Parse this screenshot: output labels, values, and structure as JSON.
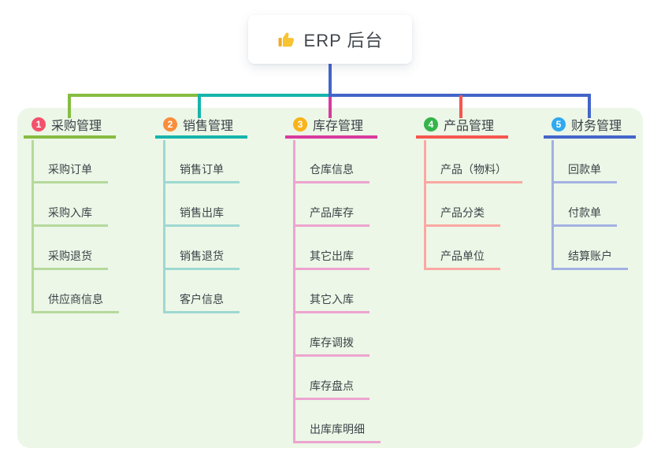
{
  "root": {
    "icon": "thumbs-up-icon",
    "label": "ERP 后台"
  },
  "colors": {
    "canvas_bg": "#ffffff",
    "panel_bg": "#ecf7e7",
    "root_connector": "#4365c9",
    "root_text": "#41474d",
    "node_text": "#3e4349",
    "thumb_yellow": "#f7c331"
  },
  "branches": [
    {
      "num": "1",
      "label": "采购管理",
      "badge_color": "#f2526c",
      "line_color": "#85bd41",
      "light_color": "#b5d99c",
      "children": [
        "采购订单",
        "采购入库",
        "采购退货",
        "供应商信息"
      ]
    },
    {
      "num": "2",
      "label": "销售管理",
      "badge_color": "#f98e3d",
      "line_color": "#16b4ab",
      "light_color": "#9ed8d2",
      "children": [
        "销售订单",
        "销售出库",
        "销售退货",
        "客户信息"
      ]
    },
    {
      "num": "3",
      "label": "库存管理",
      "badge_color": "#f9b31b",
      "line_color": "#d83a9e",
      "light_color": "#eda4d0",
      "children": [
        "仓库信息",
        "产品库存",
        "其它出库",
        "其它入库",
        "库存调拨",
        "库存盘点",
        "出库库明细"
      ]
    },
    {
      "num": "4",
      "label": "产品管理",
      "badge_color": "#35b44b",
      "line_color": "#f6564f",
      "light_color": "#fba8a3",
      "children": [
        "产品（物料）",
        "产品分类",
        "产品单位"
      ]
    },
    {
      "num": "5",
      "label": "财务管理",
      "badge_color": "#31a9ef",
      "line_color": "#4365c9",
      "light_color": "#a2b1e2",
      "children": [
        "回款单",
        "付款单",
        "结算账户"
      ]
    }
  ]
}
